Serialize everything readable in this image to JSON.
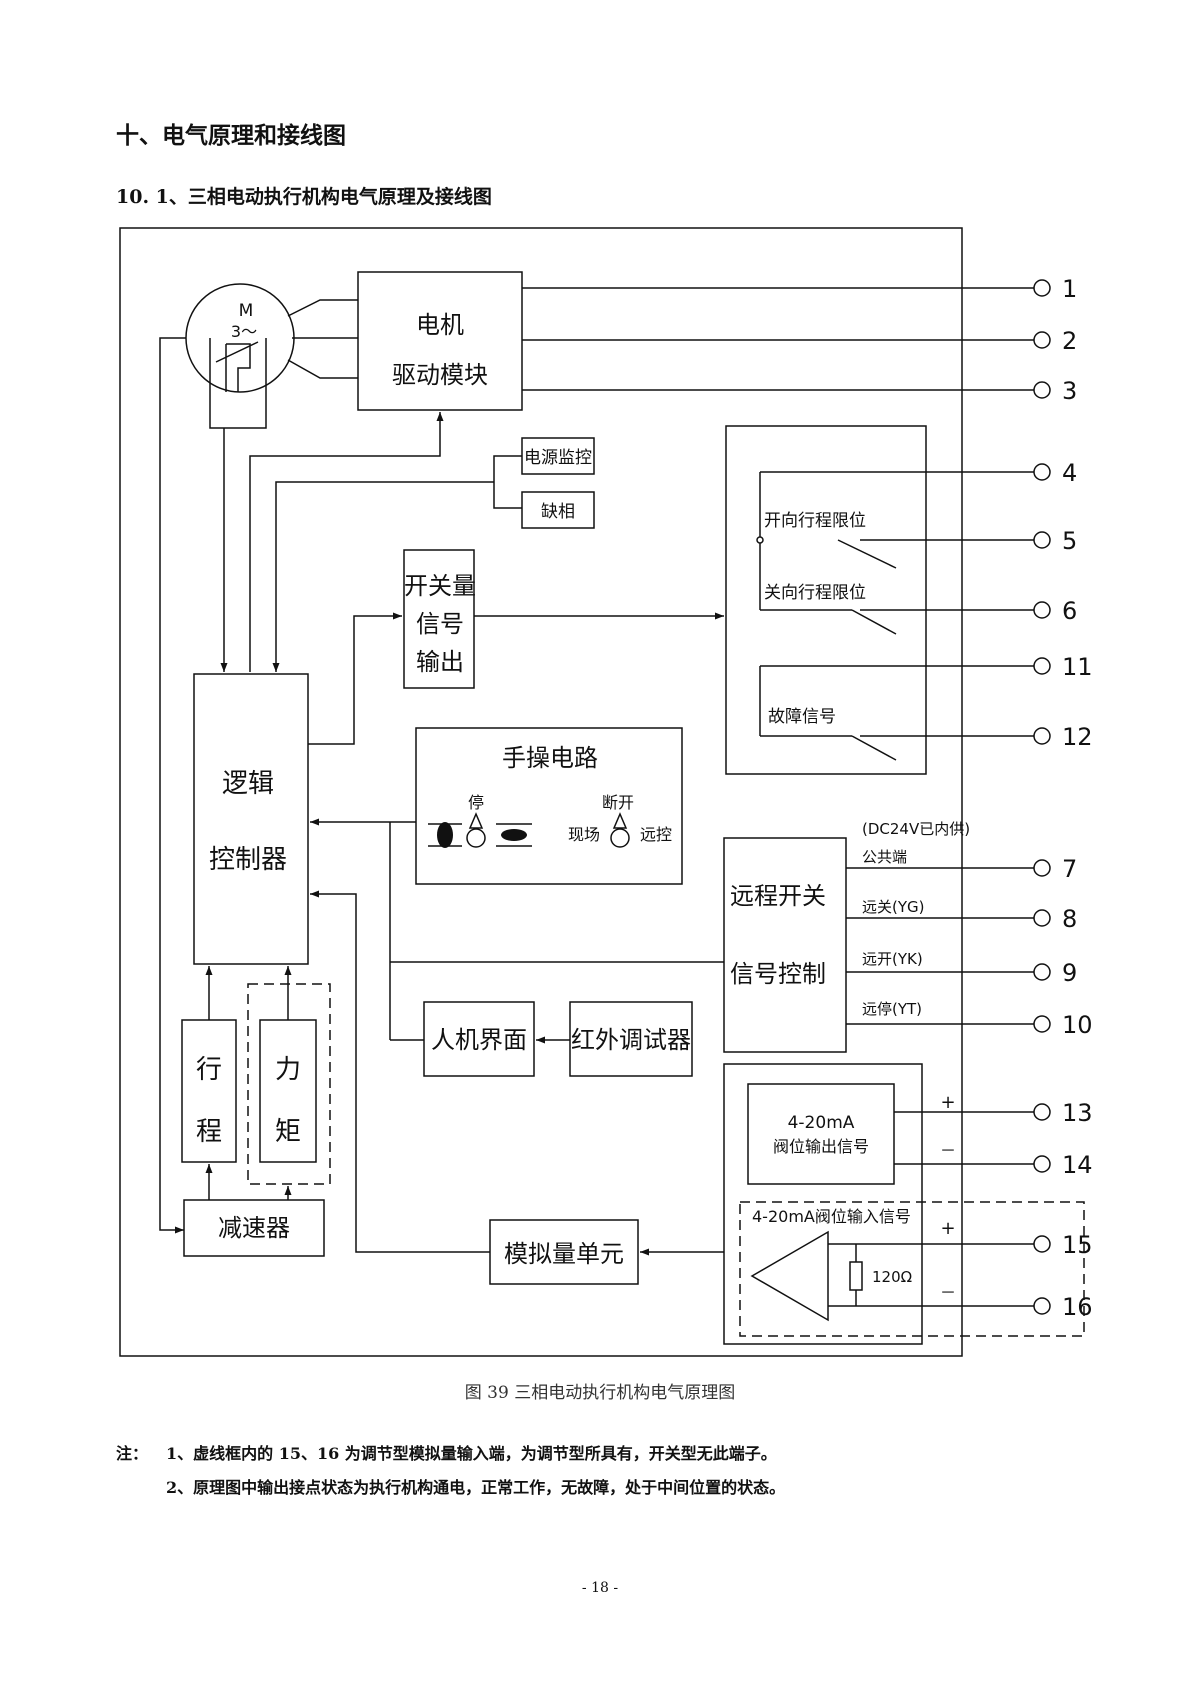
{
  "heading": "十、电气原理和接线图",
  "subheading": "10. 1、三相电动执行机构电气原理及接线图",
  "caption": "图 39 三相电动执行机构电气原理图",
  "notes": {
    "label": "注：",
    "items": [
      "1、虚线框内的 15、16 为调节型模拟量输入端，为调节型所具有，开关型无此端子。",
      "2、原理图中输出接点状态为执行机构通电，正常工作，无故障，处于中间位置的状态。"
    ]
  },
  "page_number": "- 18 -",
  "diagram": {
    "motor": {
      "symbol": "M",
      "phase": "3～"
    },
    "motor_driver": [
      "电机",
      "驱动模块"
    ],
    "power_monitor": "电源监控",
    "phase_loss": "缺相",
    "switch_output": [
      "开关量",
      "信号",
      "输出"
    ],
    "logic_controller": [
      "逻辑",
      "控制器"
    ],
    "manual_circuit": {
      "title": "手操电路",
      "stop": "停",
      "off": "断开",
      "local": "现场",
      "remote": "远控"
    },
    "travel_sensor": [
      "行",
      "程"
    ],
    "torque_sensor": [
      "力",
      "矩"
    ],
    "reducer": "减速器",
    "hmi": "人机界面",
    "ir_debugger": "红外调试器",
    "analog_unit": "模拟量单元",
    "limit_open": "开向行程限位",
    "limit_close": "关向行程限位",
    "fault_signal": "故障信号",
    "remote_control": [
      "远程开关",
      "信号控制"
    ],
    "remote_labels": {
      "supply": "(DC24V已内供)",
      "common": "公共端",
      "close": "远关(YG)",
      "open": "远开(YK)",
      "stop": "远停(YT)"
    },
    "output_4_20": [
      "4-20mA",
      "阀位输出信号"
    ],
    "input_4_20": "4-20mA阀位输入信号",
    "resistor": "120Ω",
    "plus": "+",
    "minus": "－",
    "terminals": [
      "1",
      "2",
      "3",
      "4",
      "5",
      "6",
      "11",
      "12",
      "7",
      "8",
      "9",
      "10",
      "13",
      "14",
      "15",
      "16"
    ]
  }
}
